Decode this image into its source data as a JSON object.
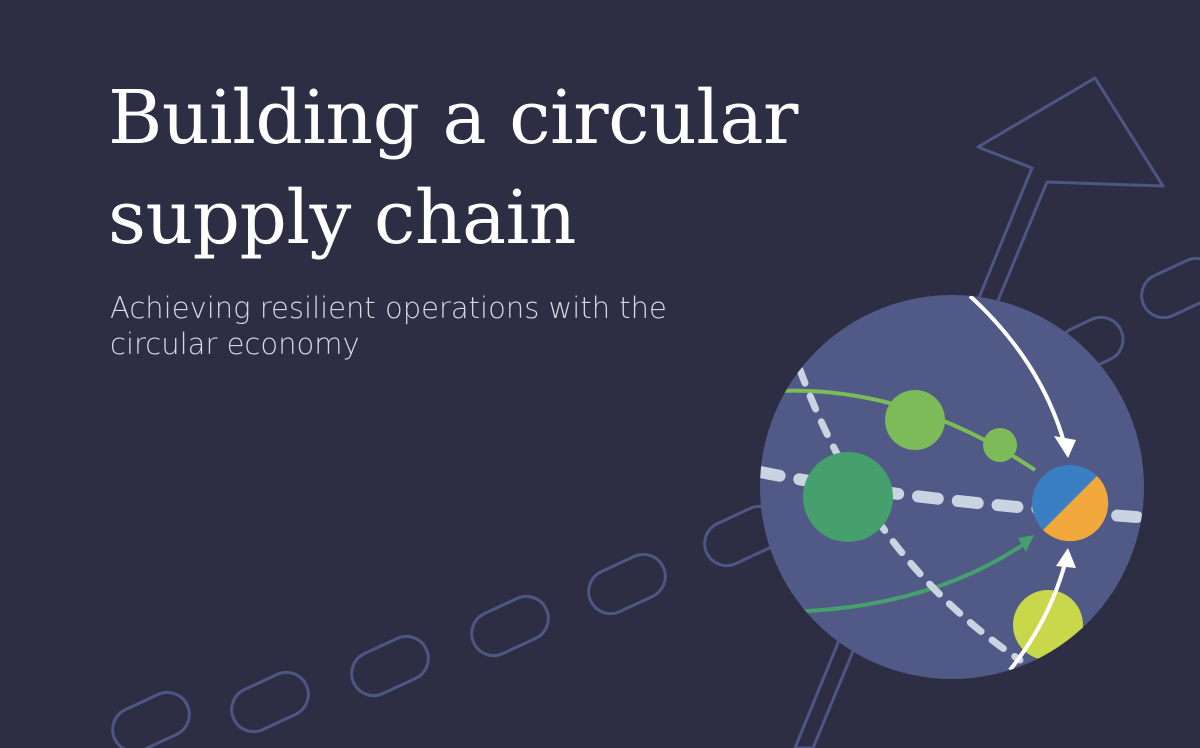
{
  "cover": {
    "title_line_1": "Building a circular",
    "title_line_2": "supply chain",
    "subtitle_line_1": "Achieving resilient operations with the",
    "subtitle_line_2": "circular economy"
  },
  "colors": {
    "background": "#2d2d44",
    "line": "#4e5682",
    "globe": "#515a86",
    "green_light": "#7dba58",
    "green_dark": "#45a06e",
    "lime": "#c8d84a",
    "blue": "#3a7fc4",
    "orange": "#f0a83a",
    "dash": "#c9d3e2",
    "white": "#ffffff"
  },
  "icons": [
    "upward-arrow-icon",
    "chain-link-icon",
    "globe-icon"
  ]
}
